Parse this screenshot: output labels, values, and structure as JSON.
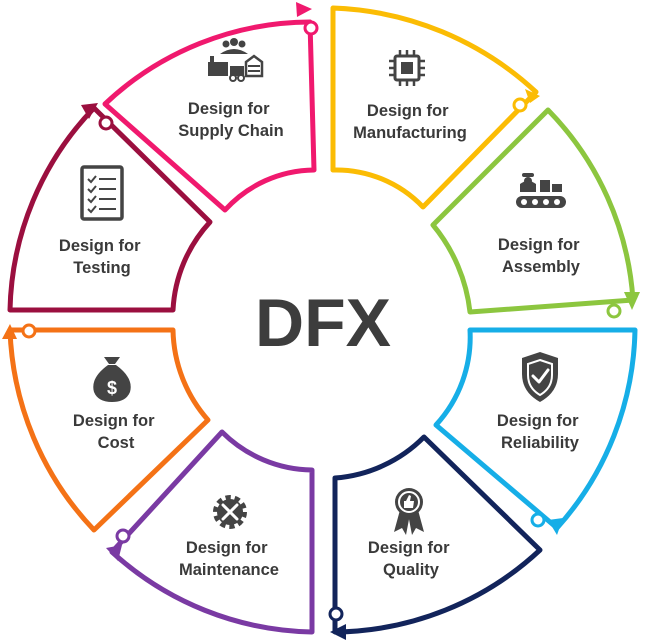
{
  "center": {
    "title": "DFX"
  },
  "segments": [
    {
      "label_line1": "Design for",
      "label_line2": "Supply Chain",
      "color": "#f0196e",
      "icon": "supply-chain-icon"
    },
    {
      "label_line1": "Design for",
      "label_line2": "Manufacturing",
      "color": "#fbbc04",
      "icon": "microchip-icon"
    },
    {
      "label_line1": "Design for",
      "label_line2": "Assembly",
      "color": "#8cc63f",
      "icon": "assembly-line-icon"
    },
    {
      "label_line1": "Design for",
      "label_line2": "Reliability",
      "color": "#16aee7",
      "icon": "shield-check-icon"
    },
    {
      "label_line1": "Design for",
      "label_line2": "Quality",
      "color": "#12245b",
      "icon": "award-badge-icon"
    },
    {
      "label_line1": "Design for",
      "label_line2": "Maintenance",
      "color": "#7a3aa3",
      "icon": "gear-wrench-icon"
    },
    {
      "label_line1": "Design for",
      "label_line2": "Cost",
      "color": "#f47216",
      "icon": "money-bag-icon"
    },
    {
      "label_line1": "Design for",
      "label_line2": "Testing",
      "color": "#9b0f3f",
      "icon": "checklist-icon"
    }
  ]
}
